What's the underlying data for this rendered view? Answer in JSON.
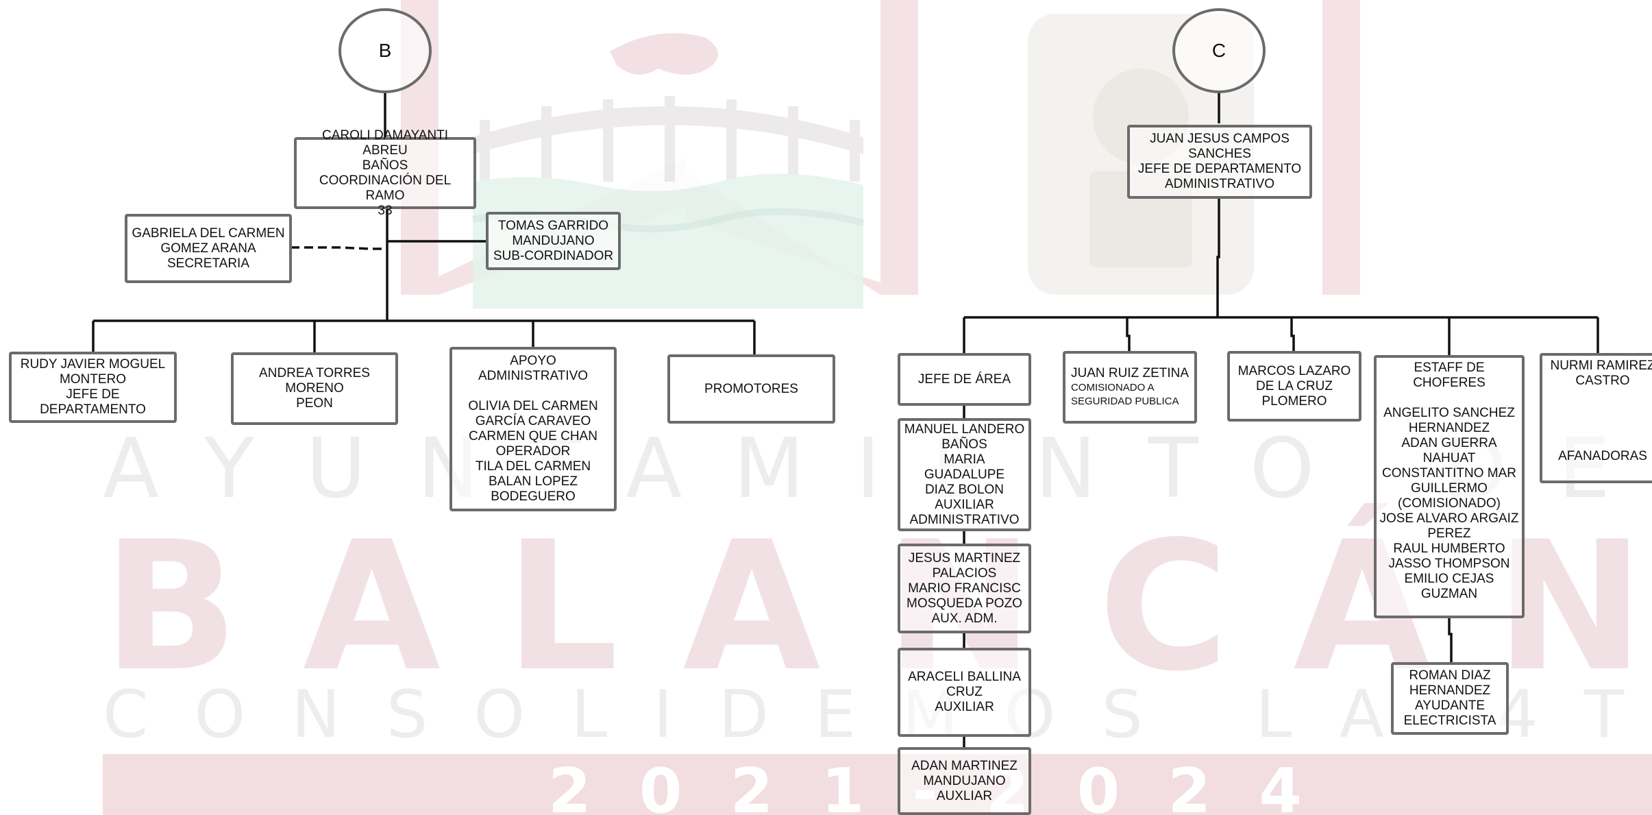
{
  "watermark": {
    "line1": "AYUNTAMIENTO DE",
    "line2": "BALANCÁN",
    "line3": "CONSOLIDEMOS LA 4T",
    "line4": "2021-2024",
    "colors": {
      "pink": "#f2dde1",
      "grey": "#efefef",
      "green": "#e3f2ec"
    }
  },
  "sections": {
    "b": {
      "label": "B"
    },
    "c": {
      "label": "C"
    }
  },
  "nodes": {
    "caroli": "CAROLI DAMAYANTI ABREU\nBAÑOS\nCOORDINACIÓN DEL RAMO\n33",
    "gabriela": "GABRIELA DEL CARMEN\nGOMEZ ARANA\nSECRETARIA",
    "tomas": "TOMAS GARRIDO\nMANDUJANO\nSUB-CORDINADOR",
    "rudy": "RUDY JAVIER MOGUEL\nMONTERO\nJEFE DE\nDEPARTAMENTO",
    "andrea": "ANDREA TORRES\nMORENO\nPEON",
    "apoyo": "APOYO\nADMINISTRATIVO\n\nOLIVIA DEL CARMEN\nGARCÍA CARAVEO\nCARMEN QUE CHAN\nOPERADOR\nTILA DEL CARMEN\nBALAN LOPEZ\nBODEGUERO",
    "promotores": "PROMOTORES",
    "juan_jesus": "JUAN JESUS CAMPOS\nSANCHES\nJEFE DE DEPARTAMENTO\nADMINISTRATIVO",
    "jefe_area": "JEFE DE ÁREA",
    "juan_ruiz_name": "JUAN RUIZ ZETINA",
    "juan_ruiz_role": "COMISIONADO A\nSEGURIDAD PUBLICA",
    "marcos": "MARCOS LAZARO\nDE LA CRUZ\nPLOMERO",
    "estaff": "ESTAFF DE\nCHOFERES\n\nANGELITO SANCHEZ\nHERNANDEZ\nADAN GUERRA\nNAHUAT\nCONSTANTITNO MAR\nGUILLERMO\n(COMISIONADO)\nJOSE ALVARO ARGAIZ\nPEREZ\nRAUL HUMBERTO\nJASSO THOMPSON\nEMILIO CEJAS\nGUZMAN",
    "nurmi": "NURMI RAMIREZ\nCASTRO\n\n\n\n\nAFANADORAS",
    "manuel": "MANUEL LANDERO\nBAÑOS\nMARIA GUADALUPE\nDIAZ BOLON\nAUXILIAR\nADMINISTRATIVO",
    "jesus": "JESUS MARTINEZ\nPALACIOS\nMARIO FRANCISC\nMOSQUEDA POZO\nAUX. ADM.",
    "araceli": "ARACELI BALLINA\nCRUZ\nAUXILIAR",
    "adan": "ADAN MARTINEZ\nMANDUJANO\nAUXLIAR",
    "roman": "ROMAN DIAZ\nHERNANDEZ\nAYUDANTE\nELECTRICISTA"
  }
}
